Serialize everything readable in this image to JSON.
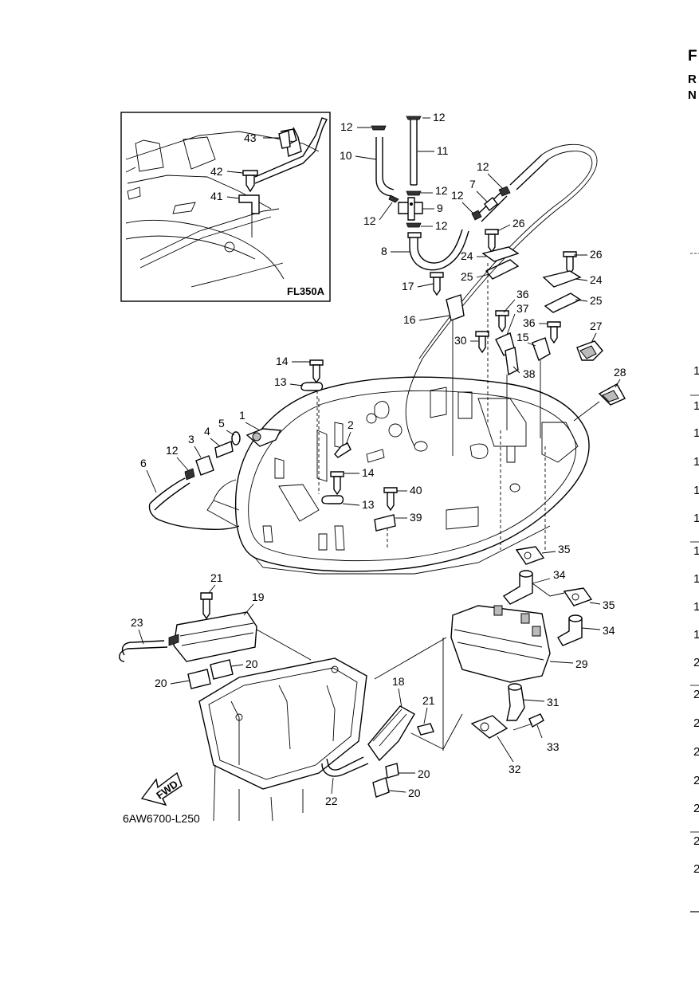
{
  "inset": {
    "code": "FL350A",
    "callouts": [
      "43",
      "42",
      "41"
    ]
  },
  "diagram_code": "6AW6700-L250",
  "fwd_label": "FWD",
  "edge_header": {
    "h1": "F",
    "r1": "R",
    "r2": "N"
  },
  "edge_numbers": [
    "1",
    "1",
    "1",
    "1",
    "1",
    "1",
    "1",
    "1",
    "1",
    "1",
    "2",
    "2",
    "2",
    "2",
    "2",
    "2",
    "2",
    "2"
  ],
  "callouts": {
    "c1": "1",
    "c2": "2",
    "c3": "3",
    "c4": "4",
    "c5": "5",
    "c6": "6",
    "c7": "7",
    "c8": "8",
    "c9": "9",
    "c10": "10",
    "c11": "11",
    "c12a": "12",
    "c12b": "12",
    "c12c": "12",
    "c12d": "12",
    "c12e": "12",
    "c12f": "12",
    "c12g": "12",
    "c12h": "12",
    "c13a": "13",
    "c13b": "13",
    "c14a": "14",
    "c14b": "14",
    "c15": "15",
    "c16": "16",
    "c17": "17",
    "c18": "18",
    "c19": "19",
    "c20a": "20",
    "c20b": "20",
    "c20c": "20",
    "c20d": "20",
    "c21a": "21",
    "c21b": "21",
    "c22": "22",
    "c23": "23",
    "c24a": "24",
    "c24b": "24",
    "c25a": "25",
    "c25b": "25",
    "c26a": "26",
    "c26b": "26",
    "c27": "27",
    "c28": "28",
    "c29": "29",
    "c30": "30",
    "c31": "31",
    "c32": "32",
    "c33": "33",
    "c34a": "34",
    "c34b": "34",
    "c35a": "35",
    "c35b": "35",
    "c36a": "36",
    "c36b": "36",
    "c37": "37",
    "c38": "38",
    "c39": "39",
    "c40": "40"
  }
}
